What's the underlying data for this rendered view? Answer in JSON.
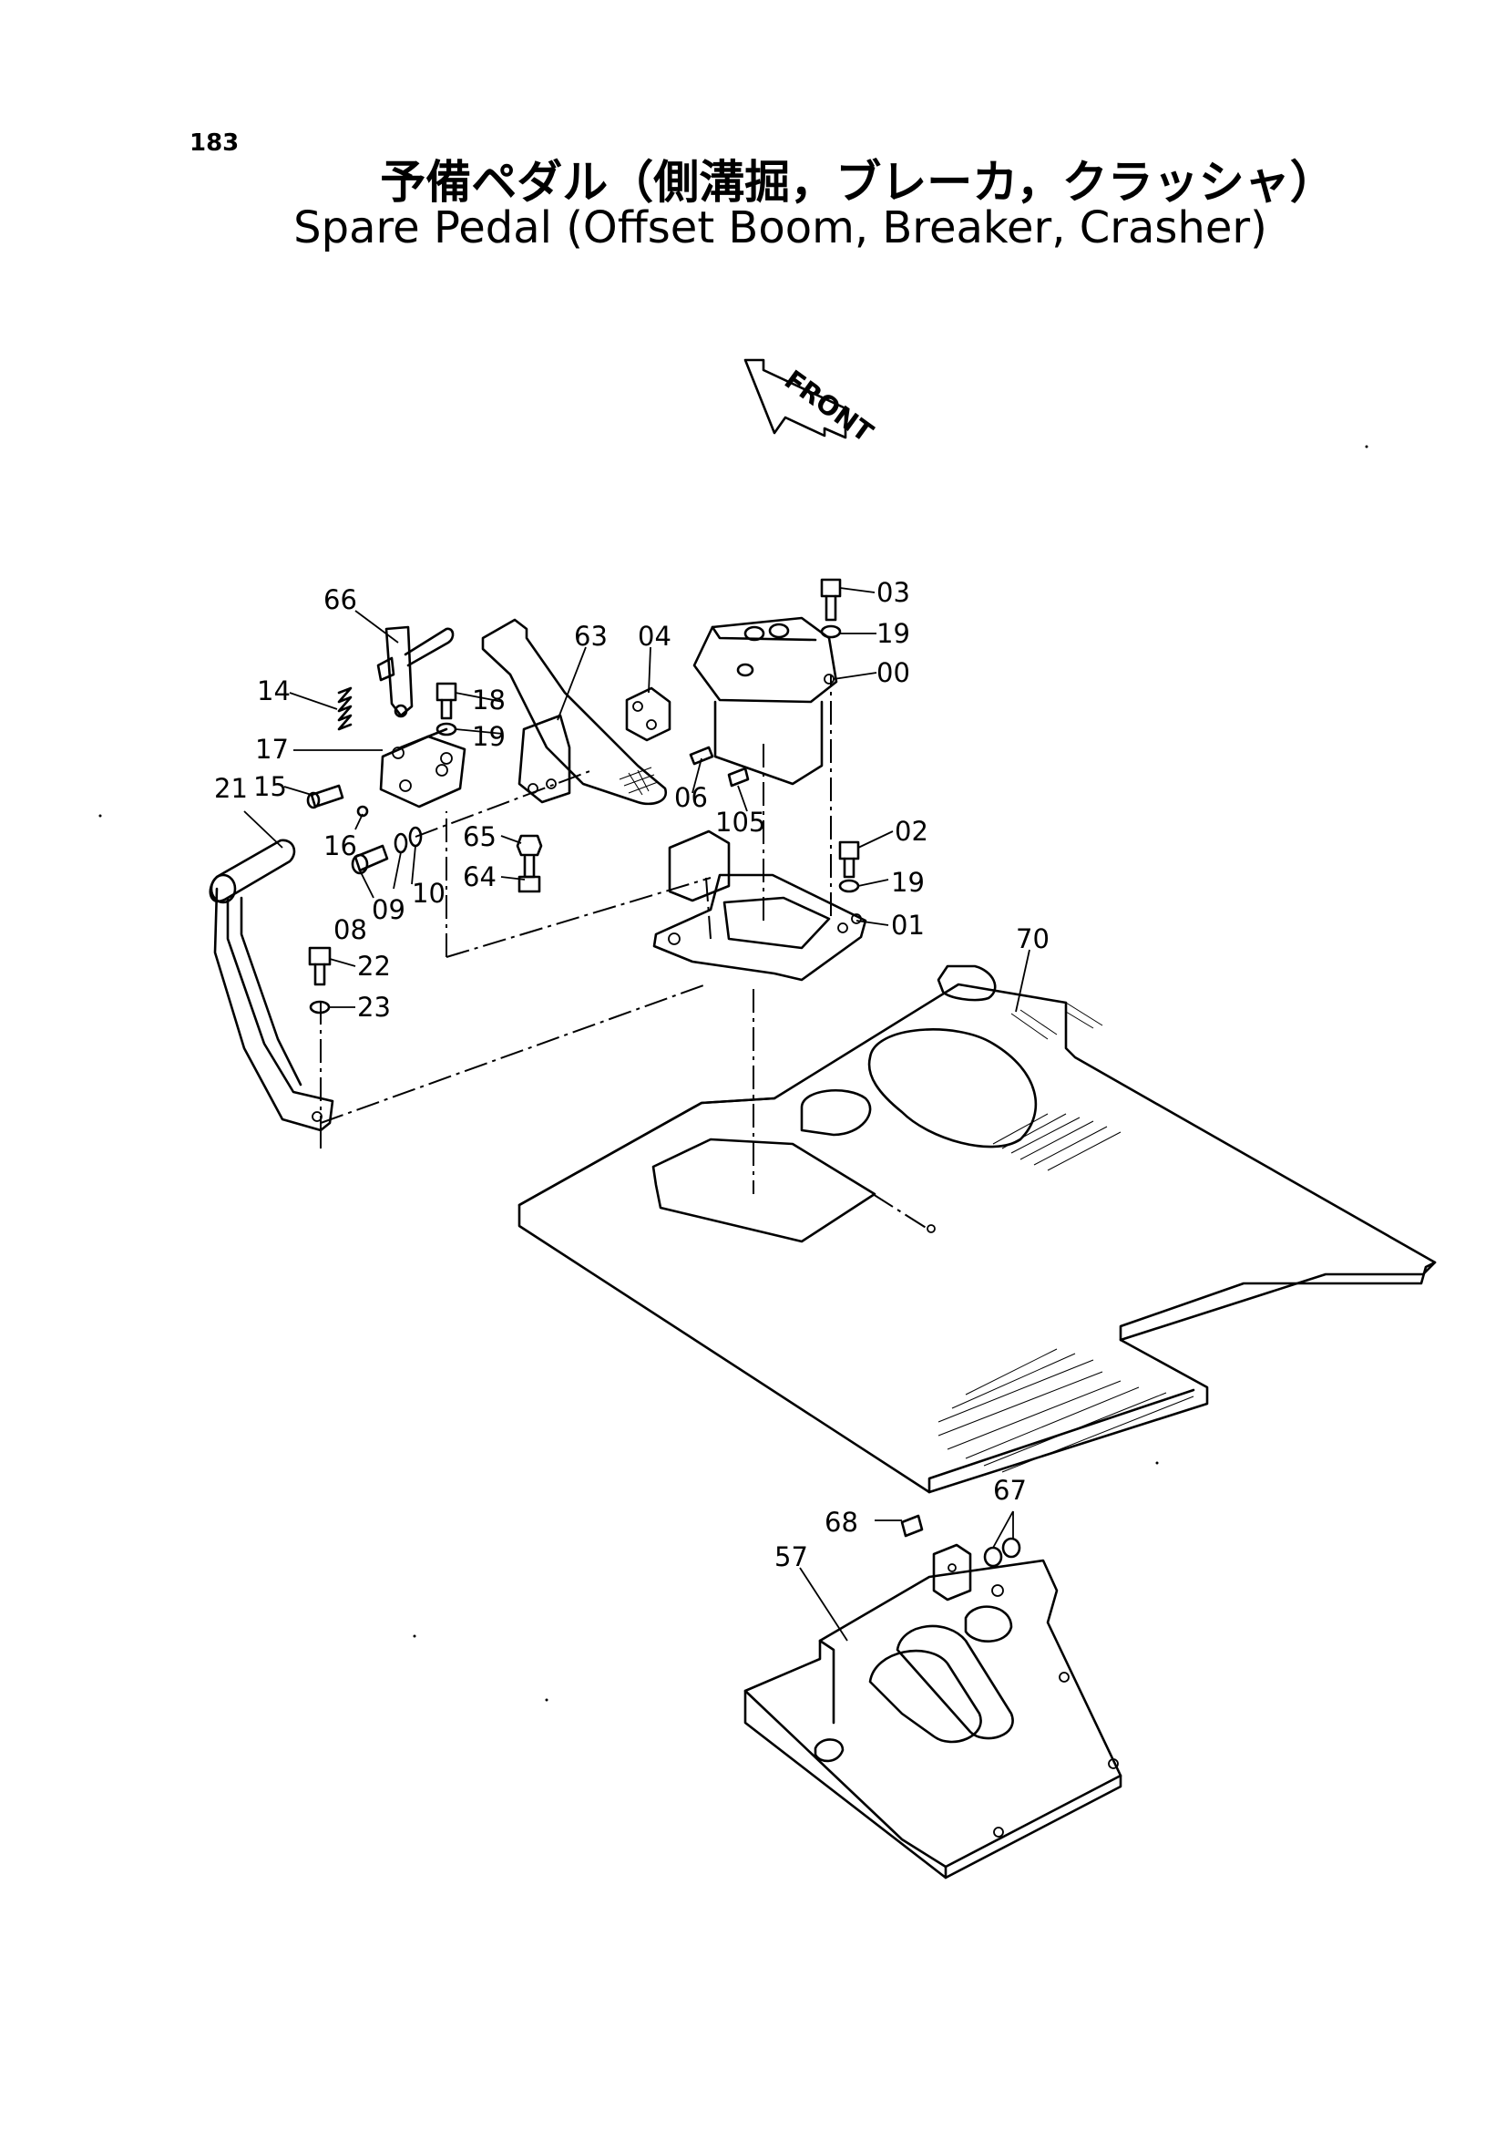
{
  "page_number": "183",
  "title_jp": "予備ペダル（側溝掘，ブレーカ，クラッシャ）",
  "title_en": "Spare Pedal (Offset Boom, Breaker, Crasher)",
  "front_arrow_text": "FRONT",
  "part_labels": {
    "p00": "00",
    "p01": "01",
    "p02": "02",
    "p03": "03",
    "p04": "04",
    "p06": "06",
    "p08": "08",
    "p09": "09",
    "p10": "10",
    "p105": "105",
    "p14": "14",
    "p15": "15",
    "p16": "16",
    "p17": "17",
    "p18": "18",
    "p19a": "19",
    "p19b": "19",
    "p19c": "19",
    "p21": "21",
    "p22": "22",
    "p23": "23",
    "p57": "57",
    "p63": "63",
    "p64": "64",
    "p65": "65",
    "p66": "66",
    "p67": "67",
    "p68": "68",
    "p70": "70"
  }
}
